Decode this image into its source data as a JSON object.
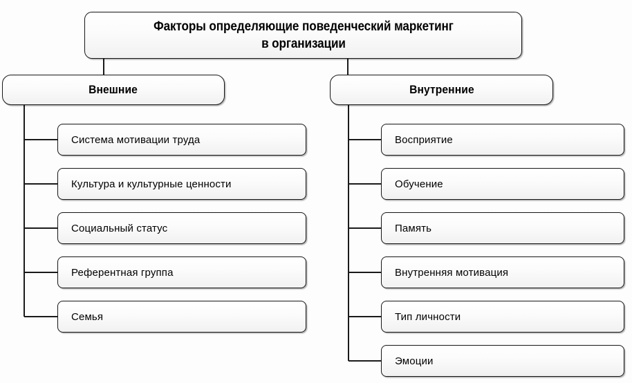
{
  "diagram": {
    "type": "hierarchy-tree",
    "title": "Факторы определяющие поведенческий маркетинг\nв организации",
    "branches": [
      {
        "id": "external",
        "label": "Внешние",
        "items": [
          "Система мотивации труда",
          "Культура и культурные ценности",
          "Социальный статус",
          "Референтная группа",
          "Семья"
        ]
      },
      {
        "id": "internal",
        "label": "Внутренние",
        "items": [
          "Восприятие",
          "Обучение",
          "Память",
          "Внутренняя мотивация",
          "Тип личности",
          "Эмоции"
        ]
      }
    ],
    "colors": {
      "line": "#1a1a1a",
      "box_border": "#151515",
      "box_fill": "#fbfbfb",
      "text": "#000000",
      "background": "#fdfdfd"
    }
  }
}
